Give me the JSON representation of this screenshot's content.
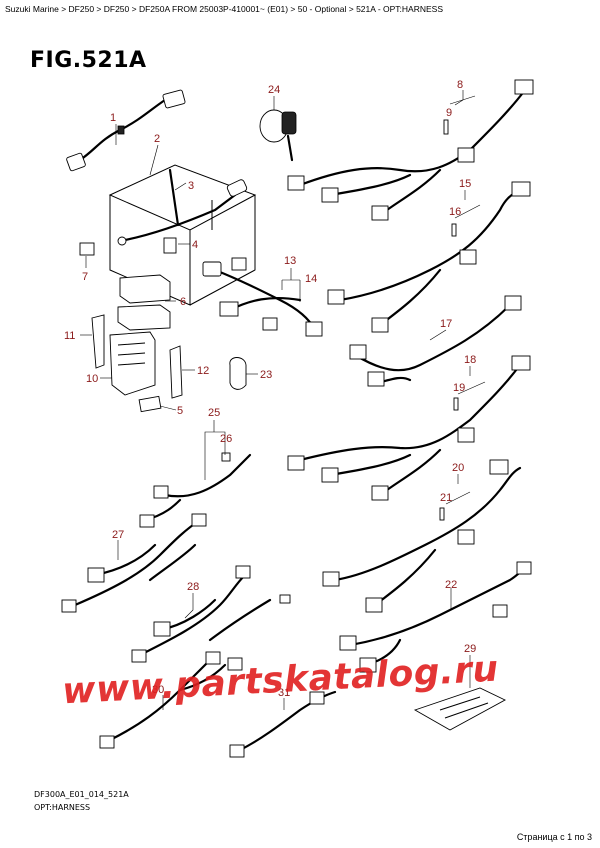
{
  "breadcrumb": [
    "Suzuki Marine",
    "DF250",
    "DF250",
    "DF250A FROM 25003P-410001~ (E01)",
    "50 - Optional",
    "521A - OPT:HARNESS"
  ],
  "breadcrumb_sep": " > ",
  "figure_title": "FIG.521A",
  "drawing_code": "DF300A_E01_014_521A",
  "subtitle": "OPT:HARNESS",
  "pager": "Страница с 1 по 3",
  "watermark": "www.partskatalog.ru",
  "colors": {
    "callout": "#8b1a1a",
    "watermark": "#e02020"
  },
  "callouts": [
    "1",
    "2",
    "3",
    "4",
    "5",
    "6",
    "7",
    "8",
    "9",
    "10",
    "11",
    "12",
    "13",
    "14",
    "15",
    "16",
    "17",
    "18",
    "19",
    "20",
    "21",
    "22",
    "23",
    "24",
    "25",
    "26",
    "27",
    "28",
    "29",
    "30",
    "31"
  ]
}
